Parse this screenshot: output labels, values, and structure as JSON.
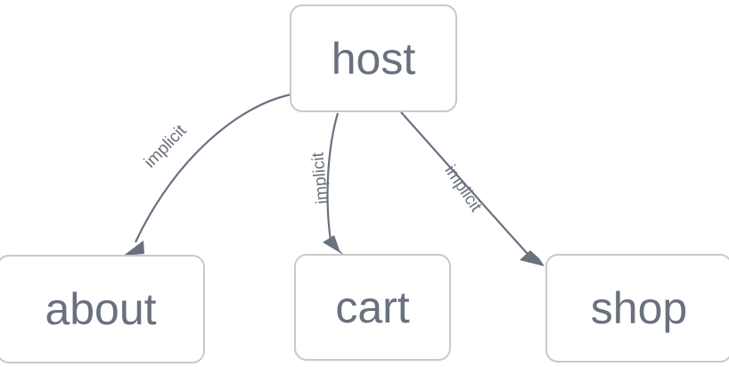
{
  "diagram": {
    "type": "directed-graph",
    "background_color": "#ffffff",
    "node_border_color": "#c9c9c9",
    "node_fill_color": "#ffffff",
    "text_color": "#69707e",
    "edge_color": "#69707e",
    "nodes": [
      {
        "id": "host",
        "label": "host"
      },
      {
        "id": "about",
        "label": "about"
      },
      {
        "id": "cart",
        "label": "cart"
      },
      {
        "id": "shop",
        "label": "shop"
      }
    ],
    "edges": [
      {
        "from": "host",
        "to": "about",
        "label": "implicit"
      },
      {
        "from": "host",
        "to": "cart",
        "label": "implicit"
      },
      {
        "from": "host",
        "to": "shop",
        "label": "implicit"
      }
    ]
  }
}
